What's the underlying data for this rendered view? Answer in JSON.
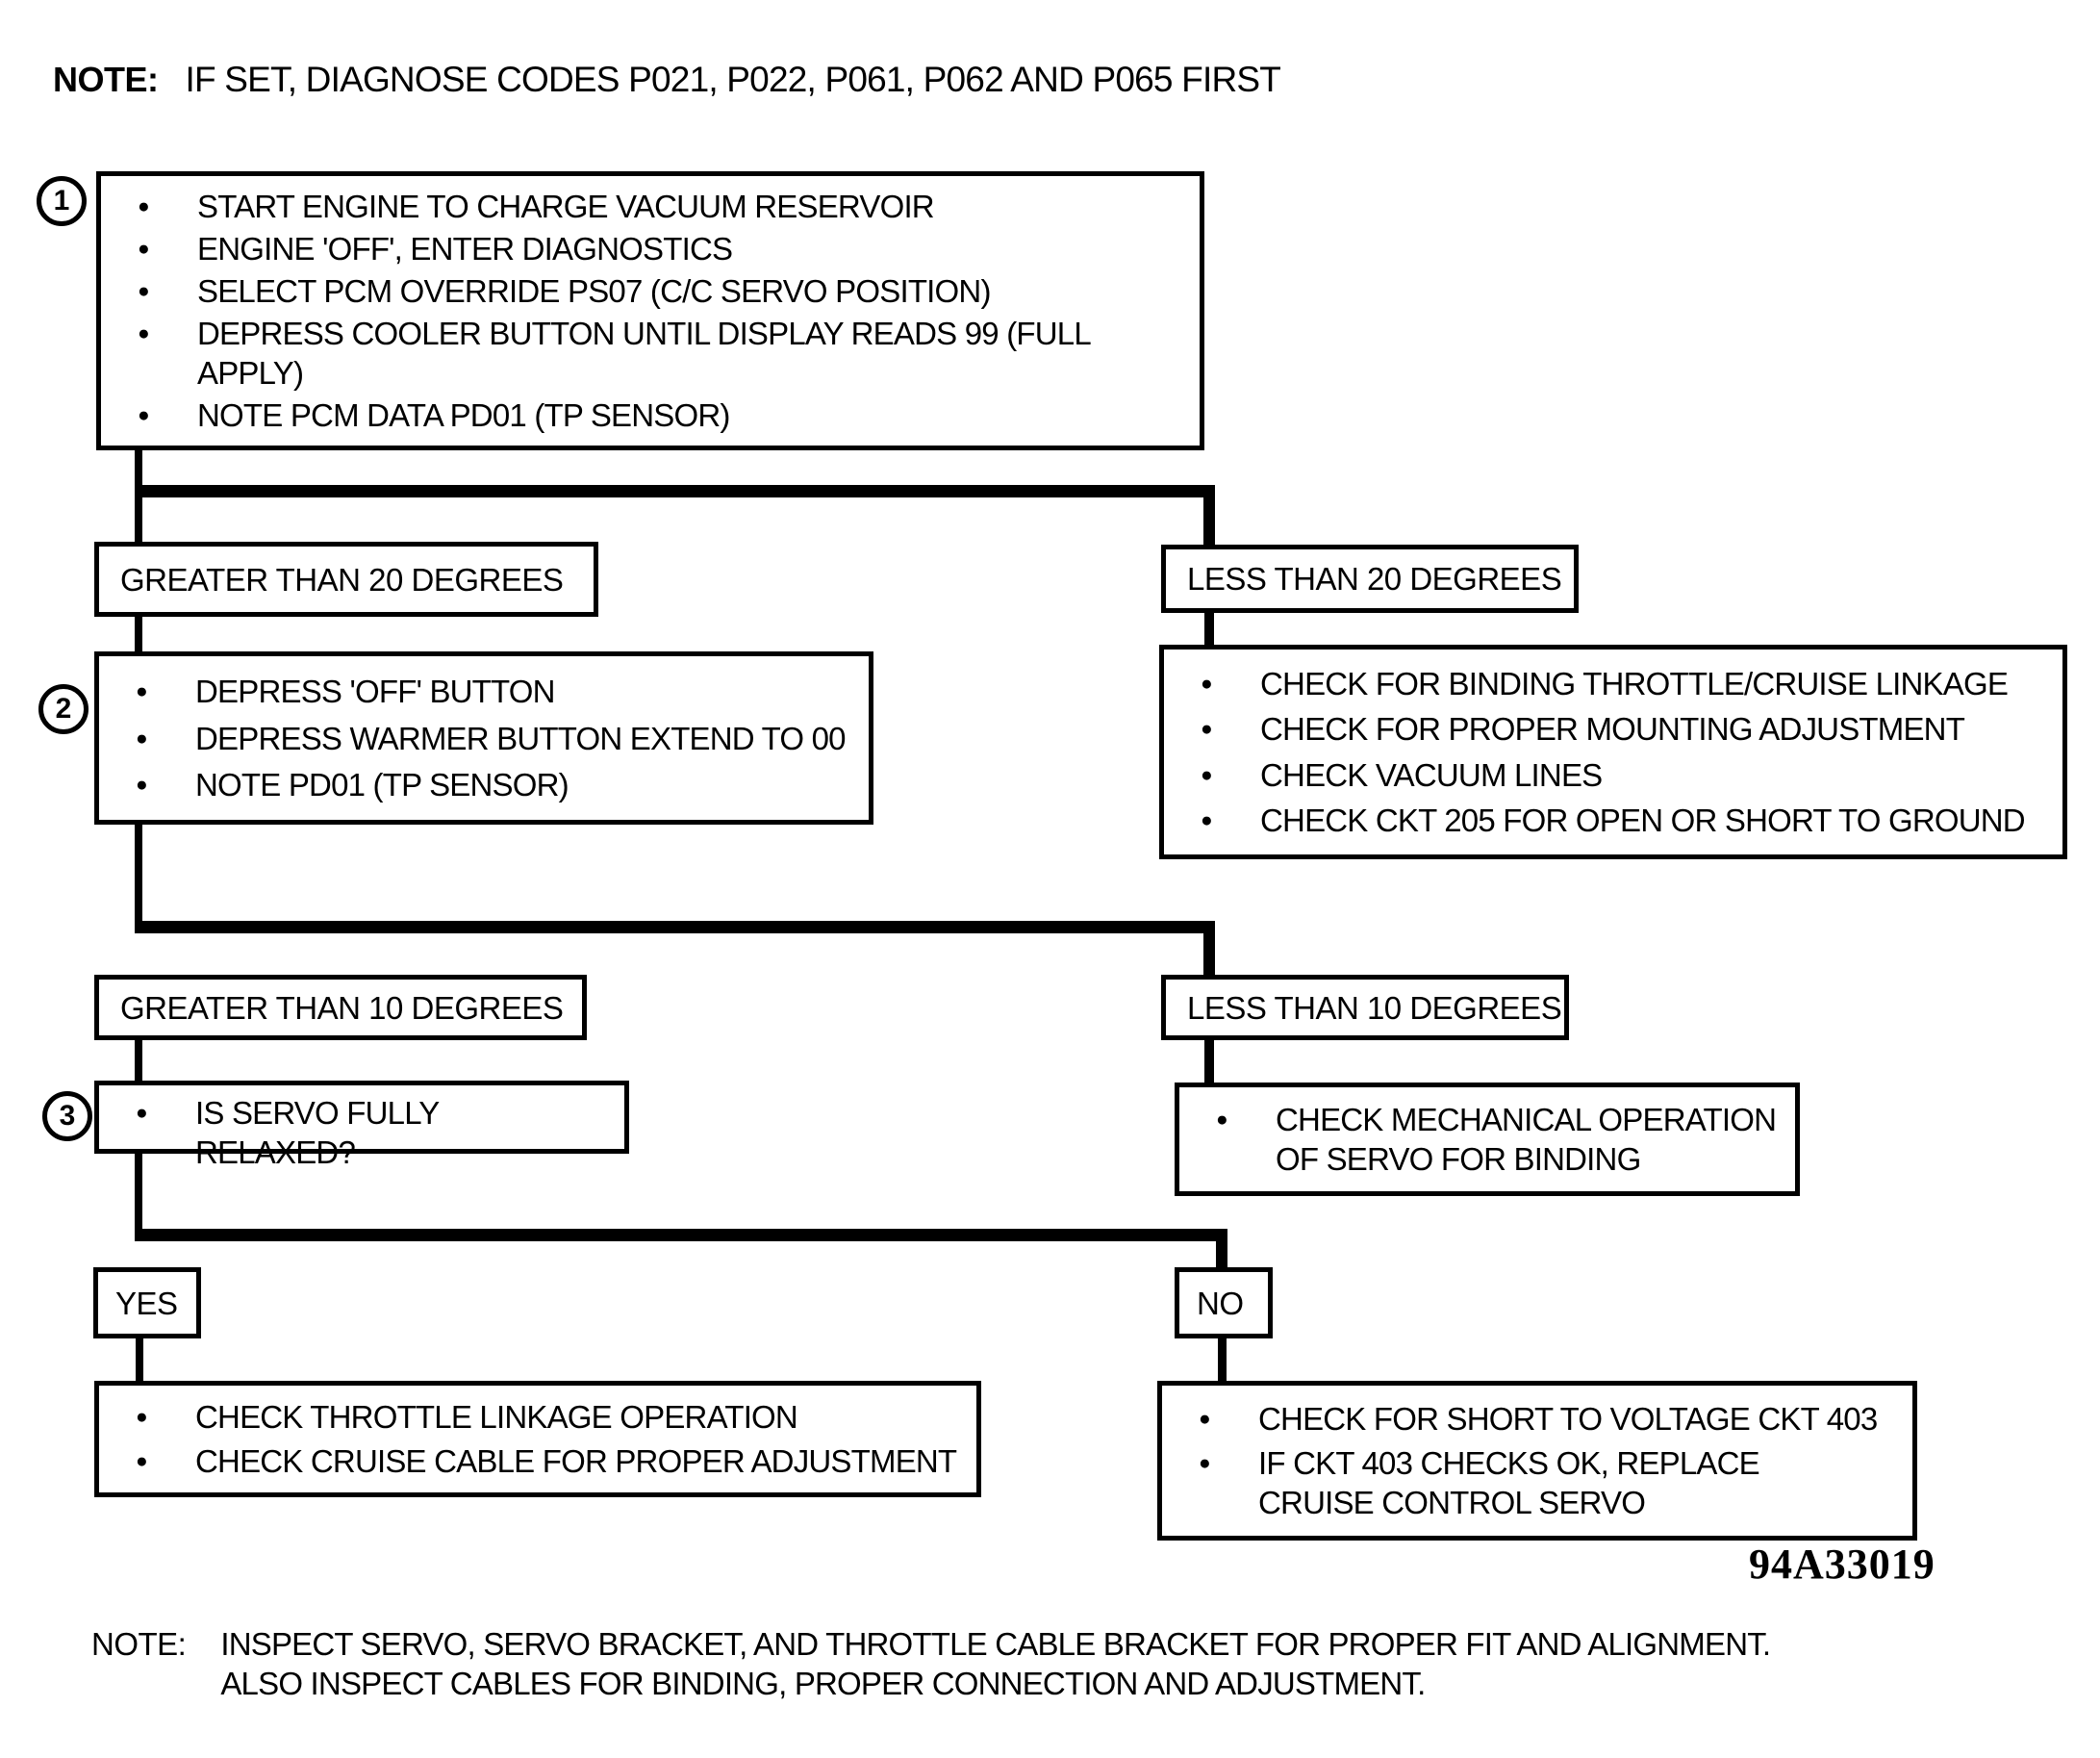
{
  "icons": {
    "bullet": "●"
  },
  "top_note": {
    "label": "NOTE:",
    "text": "IF SET, DIAGNOSE CODES P021, P022, P061, P062 AND P065 FIRST"
  },
  "steps": {
    "step1": {
      "number": "1",
      "items": [
        "START ENGINE TO CHARGE VACUUM RESERVOIR",
        "ENGINE 'OFF', ENTER DIAGNOSTICS",
        "SELECT PCM OVERRIDE PS07 (C/C SERVO POSITION)",
        "DEPRESS COOLER BUTTON UNTIL DISPLAY READS 99 (FULL APPLY)",
        "NOTE PCM DATA PD01 (TP SENSOR)"
      ]
    },
    "step2": {
      "number": "2",
      "items": [
        "DEPRESS 'OFF' BUTTON",
        "DEPRESS WARMER BUTTON EXTEND TO 00",
        "NOTE PD01 (TP SENSOR)"
      ]
    },
    "step3": {
      "number": "3",
      "items": [
        "IS SERVO FULLY  RELAXED?"
      ]
    }
  },
  "branches": {
    "gt20": "GREATER THAN 20 DEGREES",
    "lt20": "LESS THAN 20 DEGREES",
    "gt10": "GREATER THAN 10 DEGREES",
    "lt10": "LESS THAN 10 DEGREES",
    "yes": "YES",
    "no": "NO"
  },
  "outcomes": {
    "lt20_checks": [
      "CHECK FOR BINDING THROTTLE/CRUISE LINKAGE",
      "CHECK FOR PROPER MOUNTING ADJUSTMENT",
      "CHECK VACUUM LINES",
      "CHECK CKT 205 FOR OPEN OR SHORT TO GROUND"
    ],
    "lt10_checks": [
      "CHECK MECHANICAL OPERATION OF SERVO FOR BINDING"
    ],
    "yes_checks": [
      "CHECK THROTTLE LINKAGE OPERATION",
      "CHECK CRUISE CABLE FOR PROPER ADJUSTMENT"
    ],
    "no_checks": [
      "CHECK FOR SHORT TO VOLTAGE CKT 403",
      "IF CKT 403 CHECKS OK, REPLACE CRUISE CONTROL SERVO"
    ]
  },
  "figure_code": "94A33019",
  "bottom_note": {
    "label": "NOTE:",
    "lines": [
      "INSPECT SERVO, SERVO BRACKET, AND THROTTLE CABLE BRACKET FOR PROPER FIT AND ALIGNMENT.",
      "ALSO INSPECT CABLES FOR BINDING, PROPER CONNECTION AND ADJUSTMENT."
    ]
  },
  "colors": {
    "ink": "#000000",
    "paper": "#ffffff"
  }
}
